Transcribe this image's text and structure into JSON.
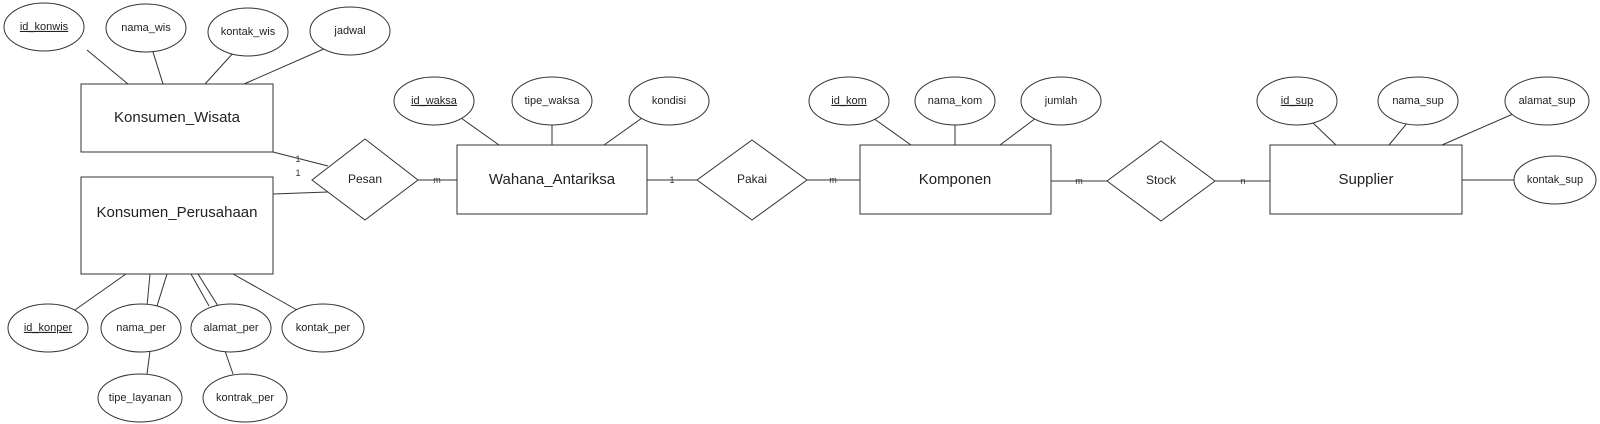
{
  "entities": {
    "konsumen_wisata": "Konsumen_Wisata",
    "konsumen_perusahaan": "Konsumen_Perusahaan",
    "wahana_antariksa": "Wahana_Antariksa",
    "komponen": "Komponen",
    "supplier": "Supplier"
  },
  "relationships": {
    "pesan": "Pesan",
    "pakai": "Pakai",
    "stock": "Stock"
  },
  "attributes": {
    "id_konwis": "id_konwis",
    "nama_wis": "nama_wis",
    "kontak_wis": "kontak_wis",
    "jadwal": "jadwal",
    "id_waksa": "id_waksa",
    "tipe_waksa": "tipe_waksa",
    "kondisi": "kondisi",
    "id_kom": "id_kom",
    "nama_kom": "nama_kom",
    "jumlah": "jumlah",
    "id_sup": "id_sup",
    "nama_sup": "nama_sup",
    "alamat_sup": "alamat_sup",
    "kontak_sup": "kontak_sup",
    "id_konper": "id_konper",
    "nama_per": "nama_per",
    "alamat_per": "alamat_per",
    "kontak_per": "kontak_per",
    "tipe_layanan": "tipe_layanan",
    "kontrak_per": "kontrak_per"
  },
  "cardinality": {
    "wisata_pesan": "1",
    "perusahaan_pesan": "1",
    "pesan_wahana": "m",
    "wahana_pakai": "1",
    "pakai_komponen": "m",
    "komponen_stock": "m",
    "stock_supplier": "n"
  }
}
